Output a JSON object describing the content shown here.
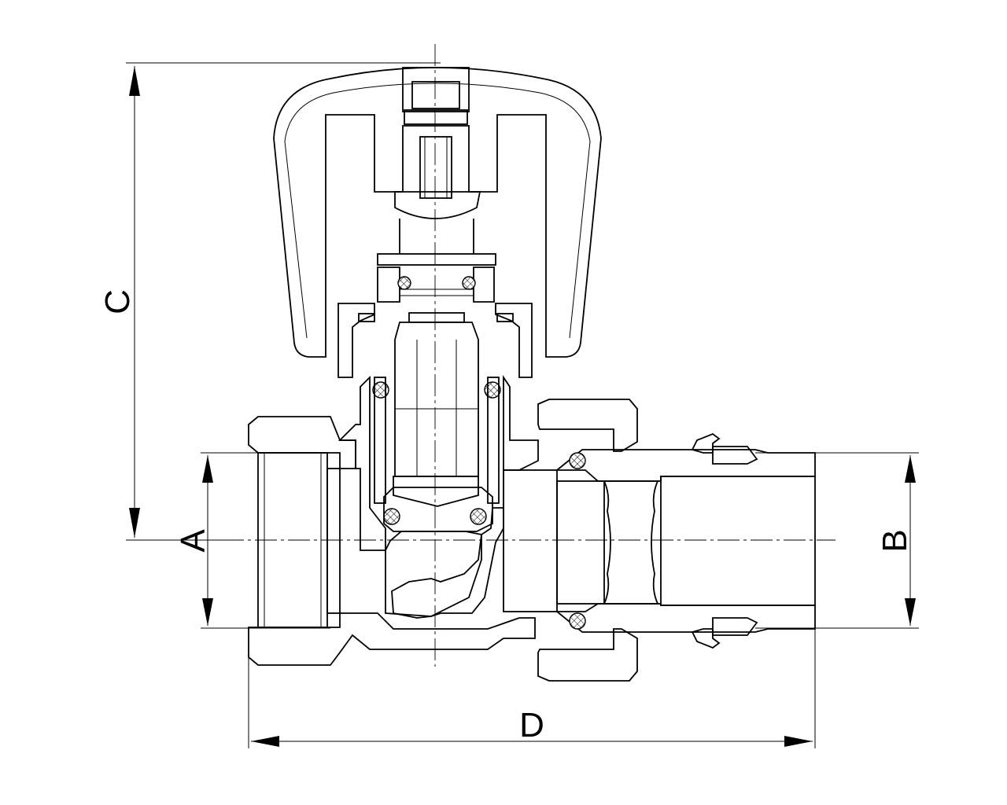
{
  "drawing": {
    "dimension_labels": {
      "a": "A",
      "b": "B",
      "c": "C",
      "d": "D"
    }
  }
}
